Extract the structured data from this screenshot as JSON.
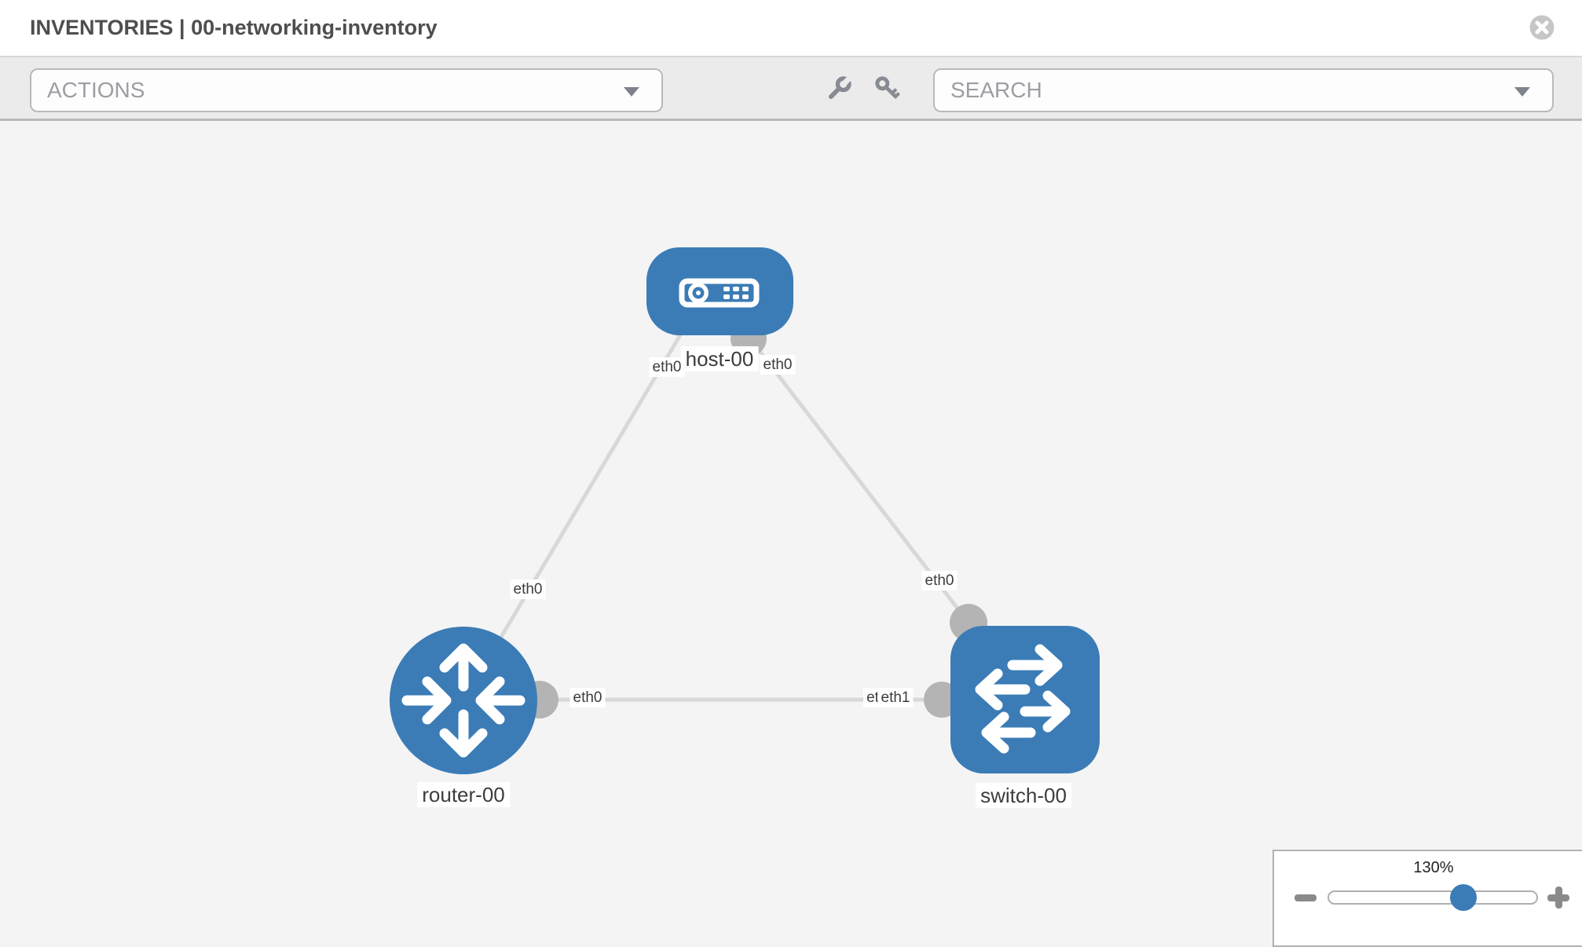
{
  "header": {
    "title": "INVENTORIES | 00-networking-inventory"
  },
  "toolbar": {
    "actions_dropdown": {
      "label": "ACTIONS"
    },
    "search_dropdown": {
      "label": "SEARCH"
    },
    "icons": [
      "wrench-icon",
      "key-icon"
    ]
  },
  "topology": {
    "nodes": [
      {
        "id": "host-00",
        "type": "host",
        "label": "host-00"
      },
      {
        "id": "router-00",
        "type": "router",
        "label": "router-00"
      },
      {
        "id": "switch-00",
        "type": "switch",
        "label": "switch-00"
      }
    ],
    "links": [
      {
        "source": "host-00",
        "source_interface": "eth0",
        "target": "router-00",
        "target_interface": "eth0"
      },
      {
        "source": "host-00",
        "source_interface": "eth0",
        "target": "switch-00",
        "target_interface": "eth0"
      },
      {
        "source": "router-00",
        "source_interface": "eth0",
        "target": "switch-00",
        "target_interface": "eth1"
      }
    ],
    "interface_labels": {
      "host_to_router": "eth0",
      "host_to_switch": "eth0",
      "router_to_host": "eth0",
      "switch_to_host": "eth0",
      "router_to_switch": "eth0",
      "switch_to_router_clipped": "et",
      "switch_to_router": "eth1"
    }
  },
  "zoom_control": {
    "level": "130%"
  },
  "colors": {
    "node_blue": "#3b7cb6",
    "link_gray": "#d8d8d8",
    "port_gray": "#b4b4b4",
    "canvas_bg": "#f4f4f4",
    "toolbar_bg": "#ebebeb",
    "icon_gray": "#878b92"
  }
}
